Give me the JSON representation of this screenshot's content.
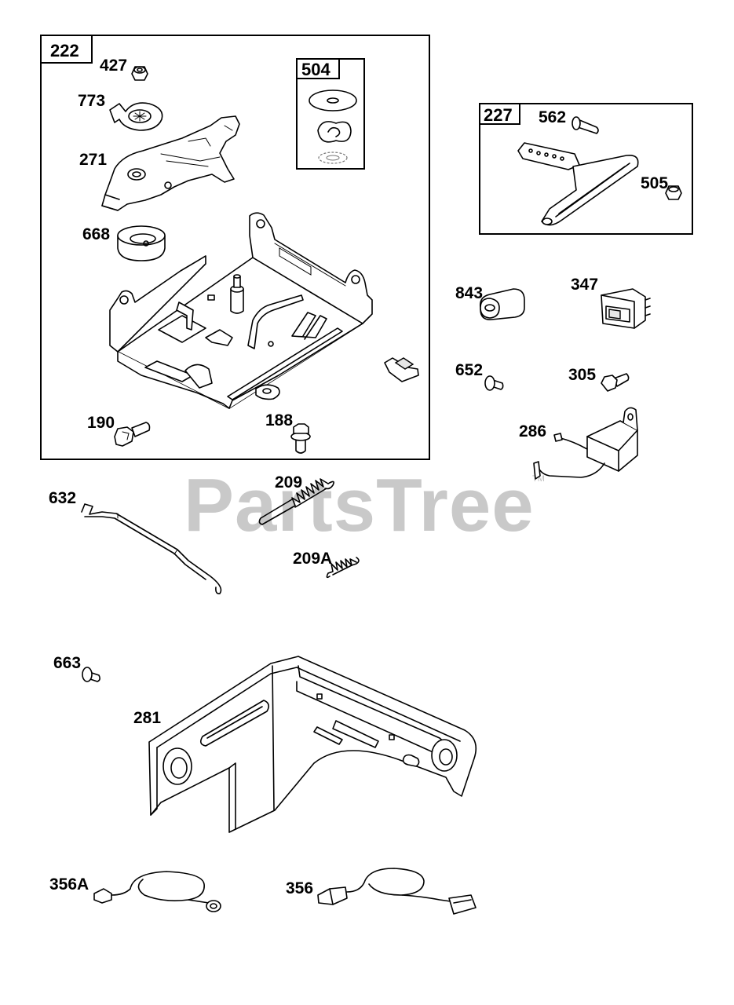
{
  "watermark": {
    "text": "PartsTree",
    "tm": "TM"
  },
  "boxes": {
    "b222": "222",
    "b504": "504",
    "b227": "227"
  },
  "labels": {
    "p427": "427",
    "p773": "773",
    "p271": "271",
    "p668": "668",
    "p562": "562",
    "p505": "505",
    "p843": "843",
    "p347": "347",
    "p652": "652",
    "p305": "305",
    "p286": "286",
    "p190": "190",
    "p188": "188",
    "p632": "632",
    "p209": "209",
    "p209A": "209A",
    "p663": "663",
    "p281": "281",
    "p356A": "356A",
    "p356": "356"
  }
}
